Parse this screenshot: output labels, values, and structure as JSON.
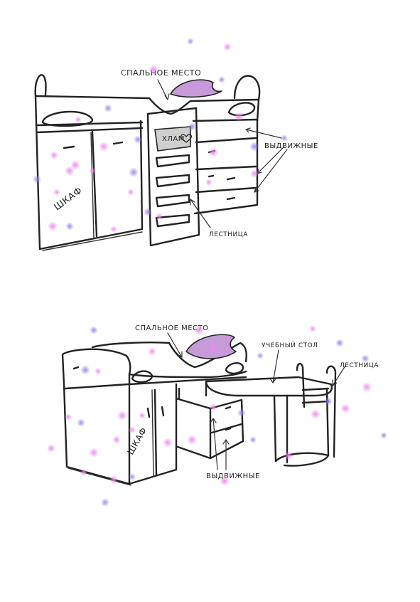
{
  "labels": {
    "top_sleeping": "СПАЛЬНОЕ МЕСТО",
    "top_junk": "ХЛАМ",
    "top_drawers": "ВЫДВИЖНЫЕ",
    "top_wardrobe": "ШКАФ",
    "top_ladder": "ЛЕСТНИЦА",
    "bottom_sleeping": "СПАЛЬНОЕ МЕСТО",
    "bottom_desk": "УЧЕБНЫЙ СТОЛ",
    "bottom_ladder": "ЛЕСТНИЦА",
    "bottom_wardrobe": "ШКАФ",
    "bottom_drawers": "ВЫДВИЖНЫЕ"
  },
  "colors": {
    "ink": "#222222",
    "pillow": "#c79bd9",
    "junk_shelf": "#cfcfcf",
    "sparkle_pink": "#ee88ee",
    "sparkle_violet": "#9b7bf0"
  },
  "icons": [
    "heart-icon"
  ]
}
